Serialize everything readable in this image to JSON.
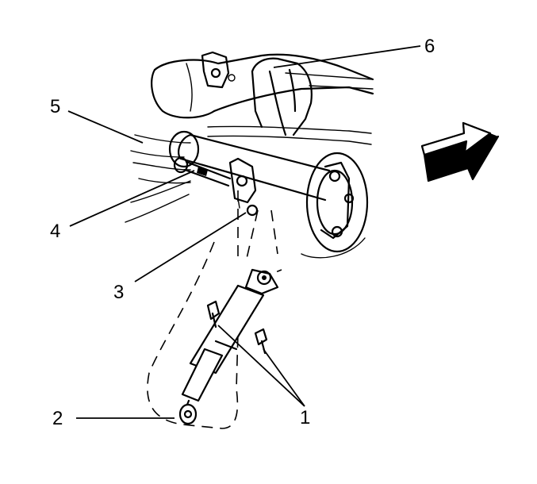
{
  "diagram": {
    "callouts": [
      {
        "id": "1",
        "label": "1"
      },
      {
        "id": "2",
        "label": "2"
      },
      {
        "id": "3",
        "label": "3"
      },
      {
        "id": "4",
        "label": "4"
      },
      {
        "id": "5",
        "label": "5"
      },
      {
        "id": "6",
        "label": "6"
      }
    ],
    "direction_arrow": {
      "icon": "forward-arrow-icon"
    }
  }
}
